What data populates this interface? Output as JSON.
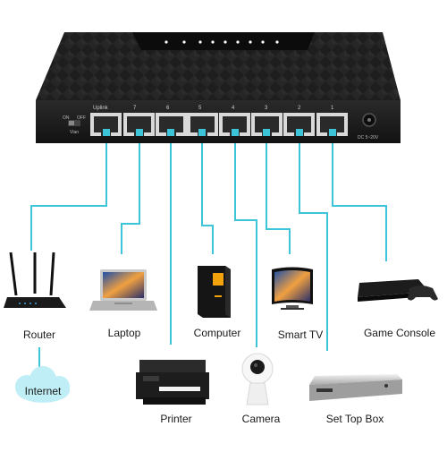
{
  "switch": {
    "uplink_label": "Uplink",
    "port_numbers": [
      "7",
      "6",
      "5",
      "4",
      "3",
      "2",
      "1"
    ],
    "switch_on": "ON",
    "switch_off": "OFF",
    "switch_vlan": "Vlan",
    "power_label": "DC 5~20V"
  },
  "devices": {
    "router": "Router",
    "laptop": "Laptop",
    "computer": "Computer",
    "smart_tv": "Smart TV",
    "game_console": "Game Console",
    "printer": "Printer",
    "camera": "Camera",
    "set_top_box": "Set Top Box",
    "internet": "Internet"
  },
  "colors": {
    "cable": "#3ec4d8",
    "switch_body": "#1b1b1b",
    "cloud": "#bfeef7"
  },
  "icons": [
    "wifi-router-icon",
    "laptop-icon",
    "computer-tower-icon",
    "smart-tv-icon",
    "game-console-icon",
    "printer-icon",
    "security-camera-icon",
    "set-top-box-icon",
    "cloud-icon"
  ]
}
